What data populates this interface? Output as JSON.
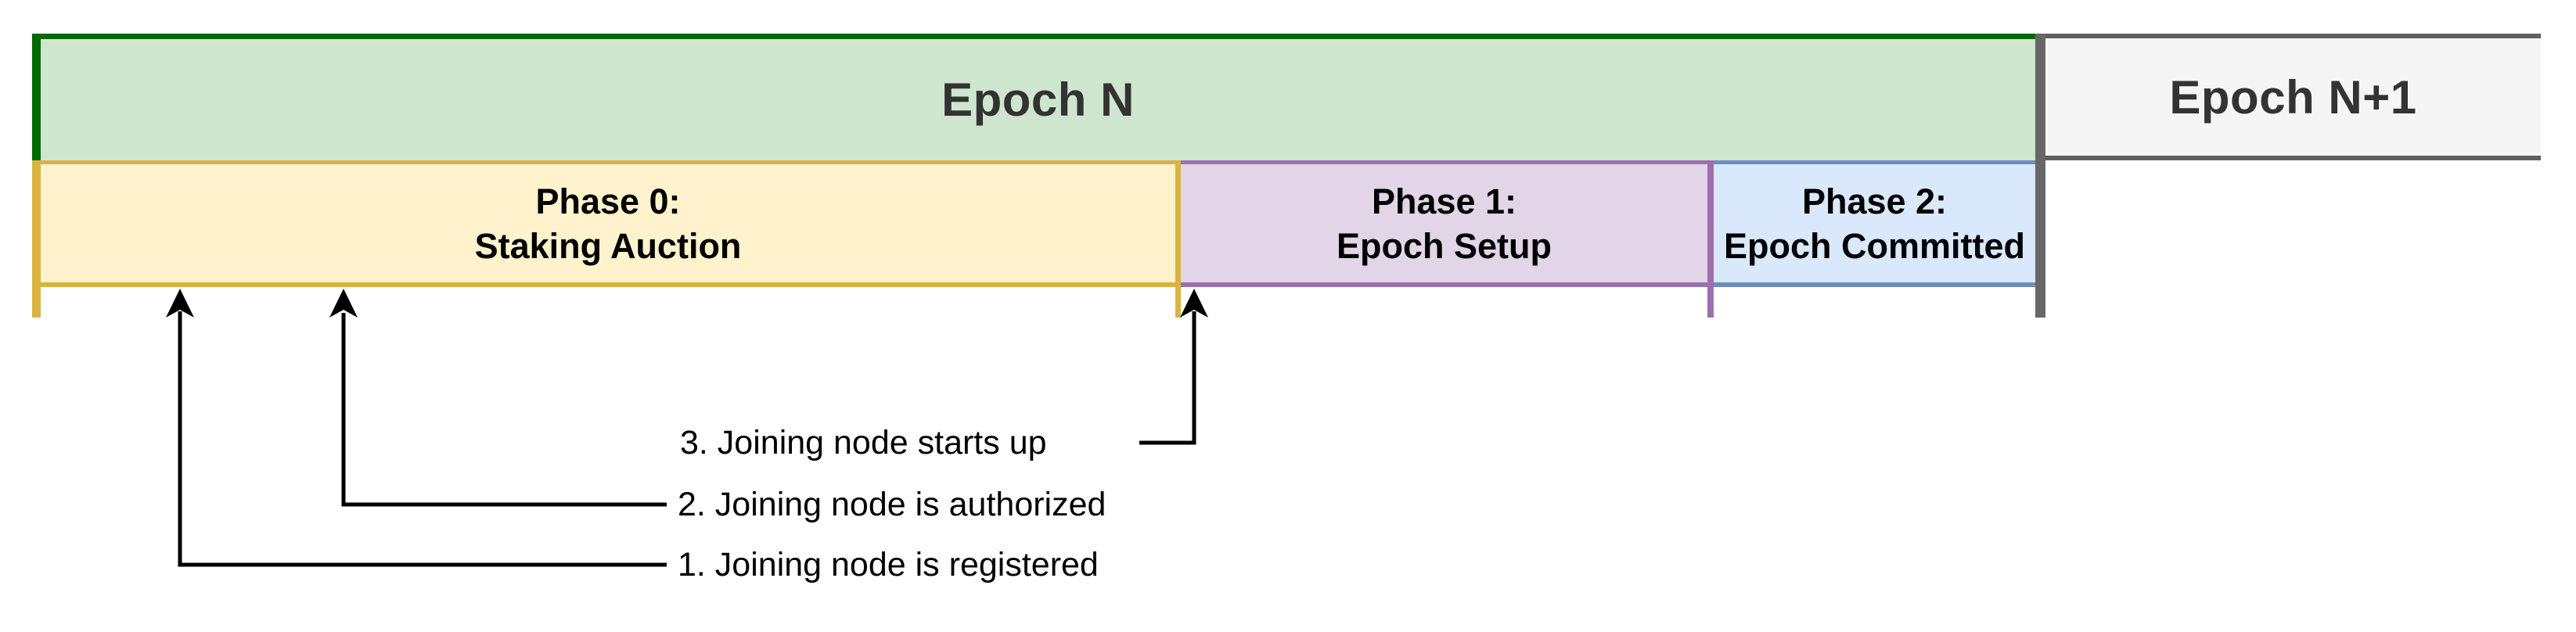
{
  "diagram": {
    "epochs": [
      {
        "label": "Epoch N",
        "fill": "#cfe6ce",
        "accent": "#046904"
      },
      {
        "label": "Epoch N+1",
        "fill": "#f5f5f5",
        "accent": "#606060"
      }
    ],
    "phases": [
      {
        "title": "Phase 0:",
        "subtitle": "Staking Auction",
        "fill": "#fff2cc",
        "stroke": "#d9b442"
      },
      {
        "title": "Phase 1:",
        "subtitle": "Epoch Setup",
        "fill": "#e1d5e7",
        "stroke": "#9e6fae"
      },
      {
        "title": "Phase 2:",
        "subtitle": "Epoch Committed",
        "fill": "#dae8fc",
        "stroke": "#6c8ebf"
      }
    ],
    "events": [
      {
        "label": "1. Joining node is registered"
      },
      {
        "label": "2. Joining node is authorized"
      },
      {
        "label": "3. Joining node starts up"
      }
    ],
    "divider_color": "#676767",
    "arrow_color": "#000000"
  }
}
